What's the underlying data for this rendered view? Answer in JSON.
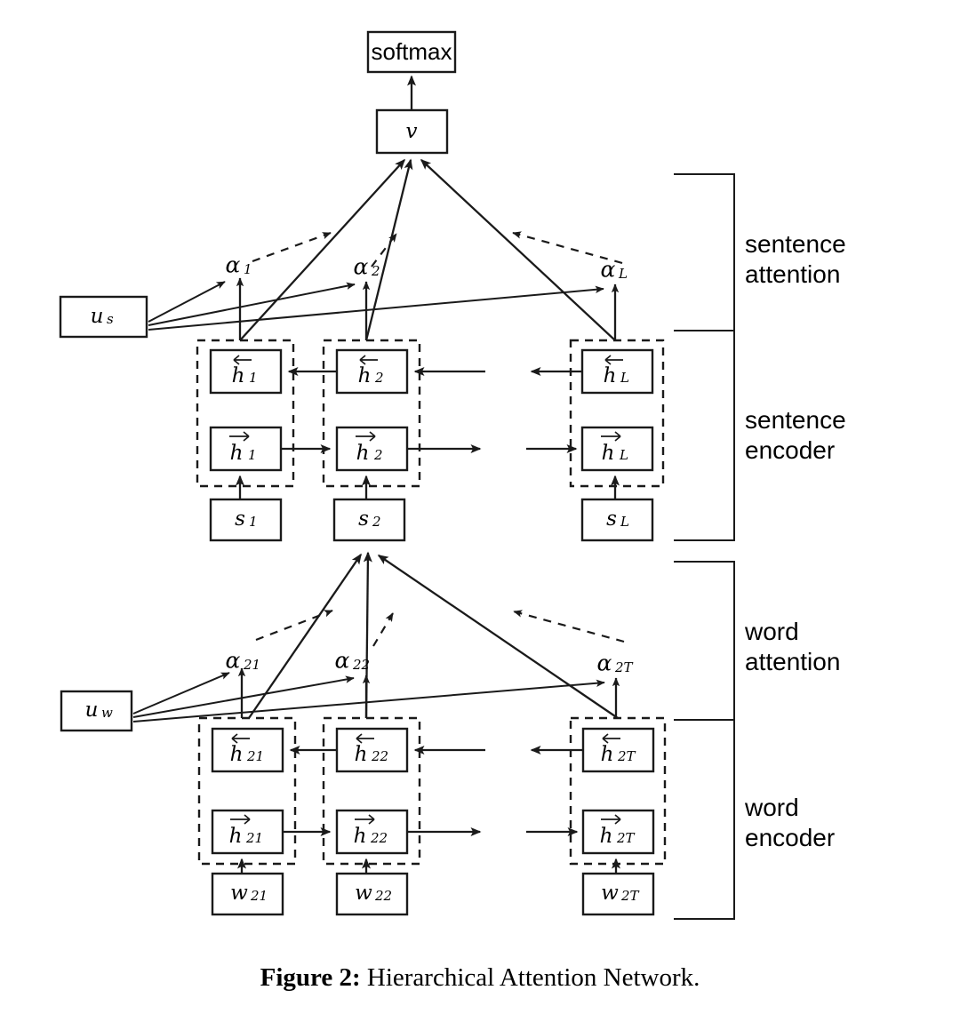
{
  "figure": {
    "caption_lead": "Figure 2:",
    "caption_text": "Hierarchical Attention Network.",
    "colors": {
      "ink": "#1a1a1a",
      "paper": "#ffffff"
    }
  },
  "output": {
    "softmax_label": "softmax",
    "doc_vector_label": "v"
  },
  "sentence_level": {
    "context_vector_label": "u",
    "context_vector_sub": "s",
    "attention_weights": [
      {
        "base": "α",
        "sub": "1"
      },
      {
        "base": "α",
        "sub": "2"
      },
      {
        "base": "α",
        "sub": "L"
      }
    ],
    "backward_hidden": [
      {
        "base": "h",
        "sub": "1"
      },
      {
        "base": "h",
        "sub": "2"
      },
      {
        "base": "h",
        "sub": "L"
      }
    ],
    "forward_hidden": [
      {
        "base": "h",
        "sub": "1"
      },
      {
        "base": "h",
        "sub": "2"
      },
      {
        "base": "h",
        "sub": "L"
      }
    ],
    "inputs": [
      {
        "base": "s",
        "sub": "1"
      },
      {
        "base": "s",
        "sub": "2"
      },
      {
        "base": "s",
        "sub": "L"
      }
    ]
  },
  "word_level": {
    "context_vector_label": "u",
    "context_vector_sub": "w",
    "attention_weights": [
      {
        "base": "α",
        "sub": "21"
      },
      {
        "base": "α",
        "sub": "22"
      },
      {
        "base": "α",
        "sub": "2T"
      }
    ],
    "backward_hidden": [
      {
        "base": "h",
        "sub": "21"
      },
      {
        "base": "h",
        "sub": "22"
      },
      {
        "base": "h",
        "sub": "2T"
      }
    ],
    "forward_hidden": [
      {
        "base": "h",
        "sub": "21"
      },
      {
        "base": "h",
        "sub": "22"
      },
      {
        "base": "h",
        "sub": "2T"
      }
    ],
    "inputs": [
      {
        "base": "w",
        "sub": "21"
      },
      {
        "base": "w",
        "sub": "22"
      },
      {
        "base": "w",
        "sub": "2T"
      }
    ]
  },
  "side_brackets": [
    {
      "line1": "sentence",
      "line2": "attention"
    },
    {
      "line1": "sentence",
      "line2": "encoder"
    },
    {
      "line1": "word",
      "line2": "attention"
    },
    {
      "line1": "word",
      "line2": "encoder"
    }
  ]
}
